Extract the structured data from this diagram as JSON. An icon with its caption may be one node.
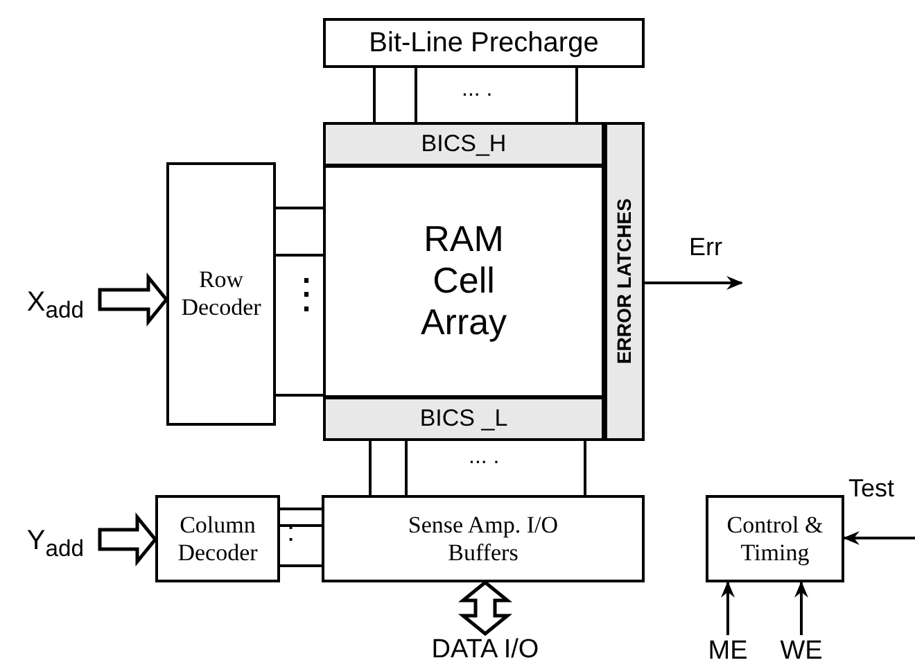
{
  "diagram": {
    "nodes": [
      {
        "text": [
          "Bit-Line Precharge"
        ]
      },
      {
        "text": [
          "BICS_H"
        ]
      },
      {
        "text": [
          "RAM Cell Array"
        ]
      },
      {
        "text": [
          "BICS _L"
        ]
      },
      {
        "text": [
          "ERROR LATCHES"
        ]
      },
      {
        "text": [
          "Row Decoder"
        ]
      },
      {
        "text": [
          "Column Decoder"
        ]
      },
      {
        "text": [
          "Sense Amp. I/O Buffers"
        ]
      },
      {
        "text": [
          "Control & Timing"
        ]
      },
      {
        "text": [
          "X$_{add}$"
        ]
      },
      {
        "text": [
          "Y$_{add}$"
        ]
      },
      {
        "text": [
          "DATA I/O"
        ]
      },
      {
        "text": [
          "ME"
        ]
      },
      {
        "text": [
          "WE"
        ]
      }
    ],
    "edges": [
      {
        "from": 0,
        "to": 1,
        "arrow": "none"
      },
      {
        "from": 0,
        "to": 1,
        "arrow": "none"
      },
      {
        "from": 0,
        "to": 1,
        "arrow": "none"
      },
      {
        "from": 5,
        "to": 2,
        "arrow": "none"
      },
      {
        "from": 5,
        "to": 2,
        "arrow": "none"
      },
      {
        "from": 5,
        "to": 2,
        "arrow": "none"
      },
      {
        "from": 3,
        "to": 7,
        "arrow": "none"
      },
      {
        "from": 3,
        "to": 7,
        "arrow": "none"
      },
      {
        "from": 3,
        "to": 7,
        "arrow": "none"
      },
      {
        "from": 6,
        "to": 7,
        "arrow": "none"
      },
      {
        "from": 6,
        "to": 7,
        "arrow": "none"
      },
      {
        "from": 6,
        "to": 7,
        "arrow": "none"
      },
      {
        "from": 9,
        "to": 5,
        "arrow": "to",
        "style": "thick"
      },
      {
        "from": 10,
        "to": 6,
        "arrow": "to",
        "style": "thick"
      },
      {
        "from": 7,
        "to": 11,
        "arrow": "both",
        "style": "thick"
      },
      {
        "from": 4,
        "to": null,
        "arrow": "to",
        "label": "Err"
      },
      {
        "from": null,
        "to": 8,
        "arrow": "to",
        "label": "Test"
      },
      {
        "from": 12,
        "to": 8,
        "arrow": "to"
      },
      {
        "from": 13,
        "to": 8,
        "arrow": "to"
      }
    ],
    "labels": [
      "... .",
      "⋮",
      "... .",
      ":"
    ]
  }
}
